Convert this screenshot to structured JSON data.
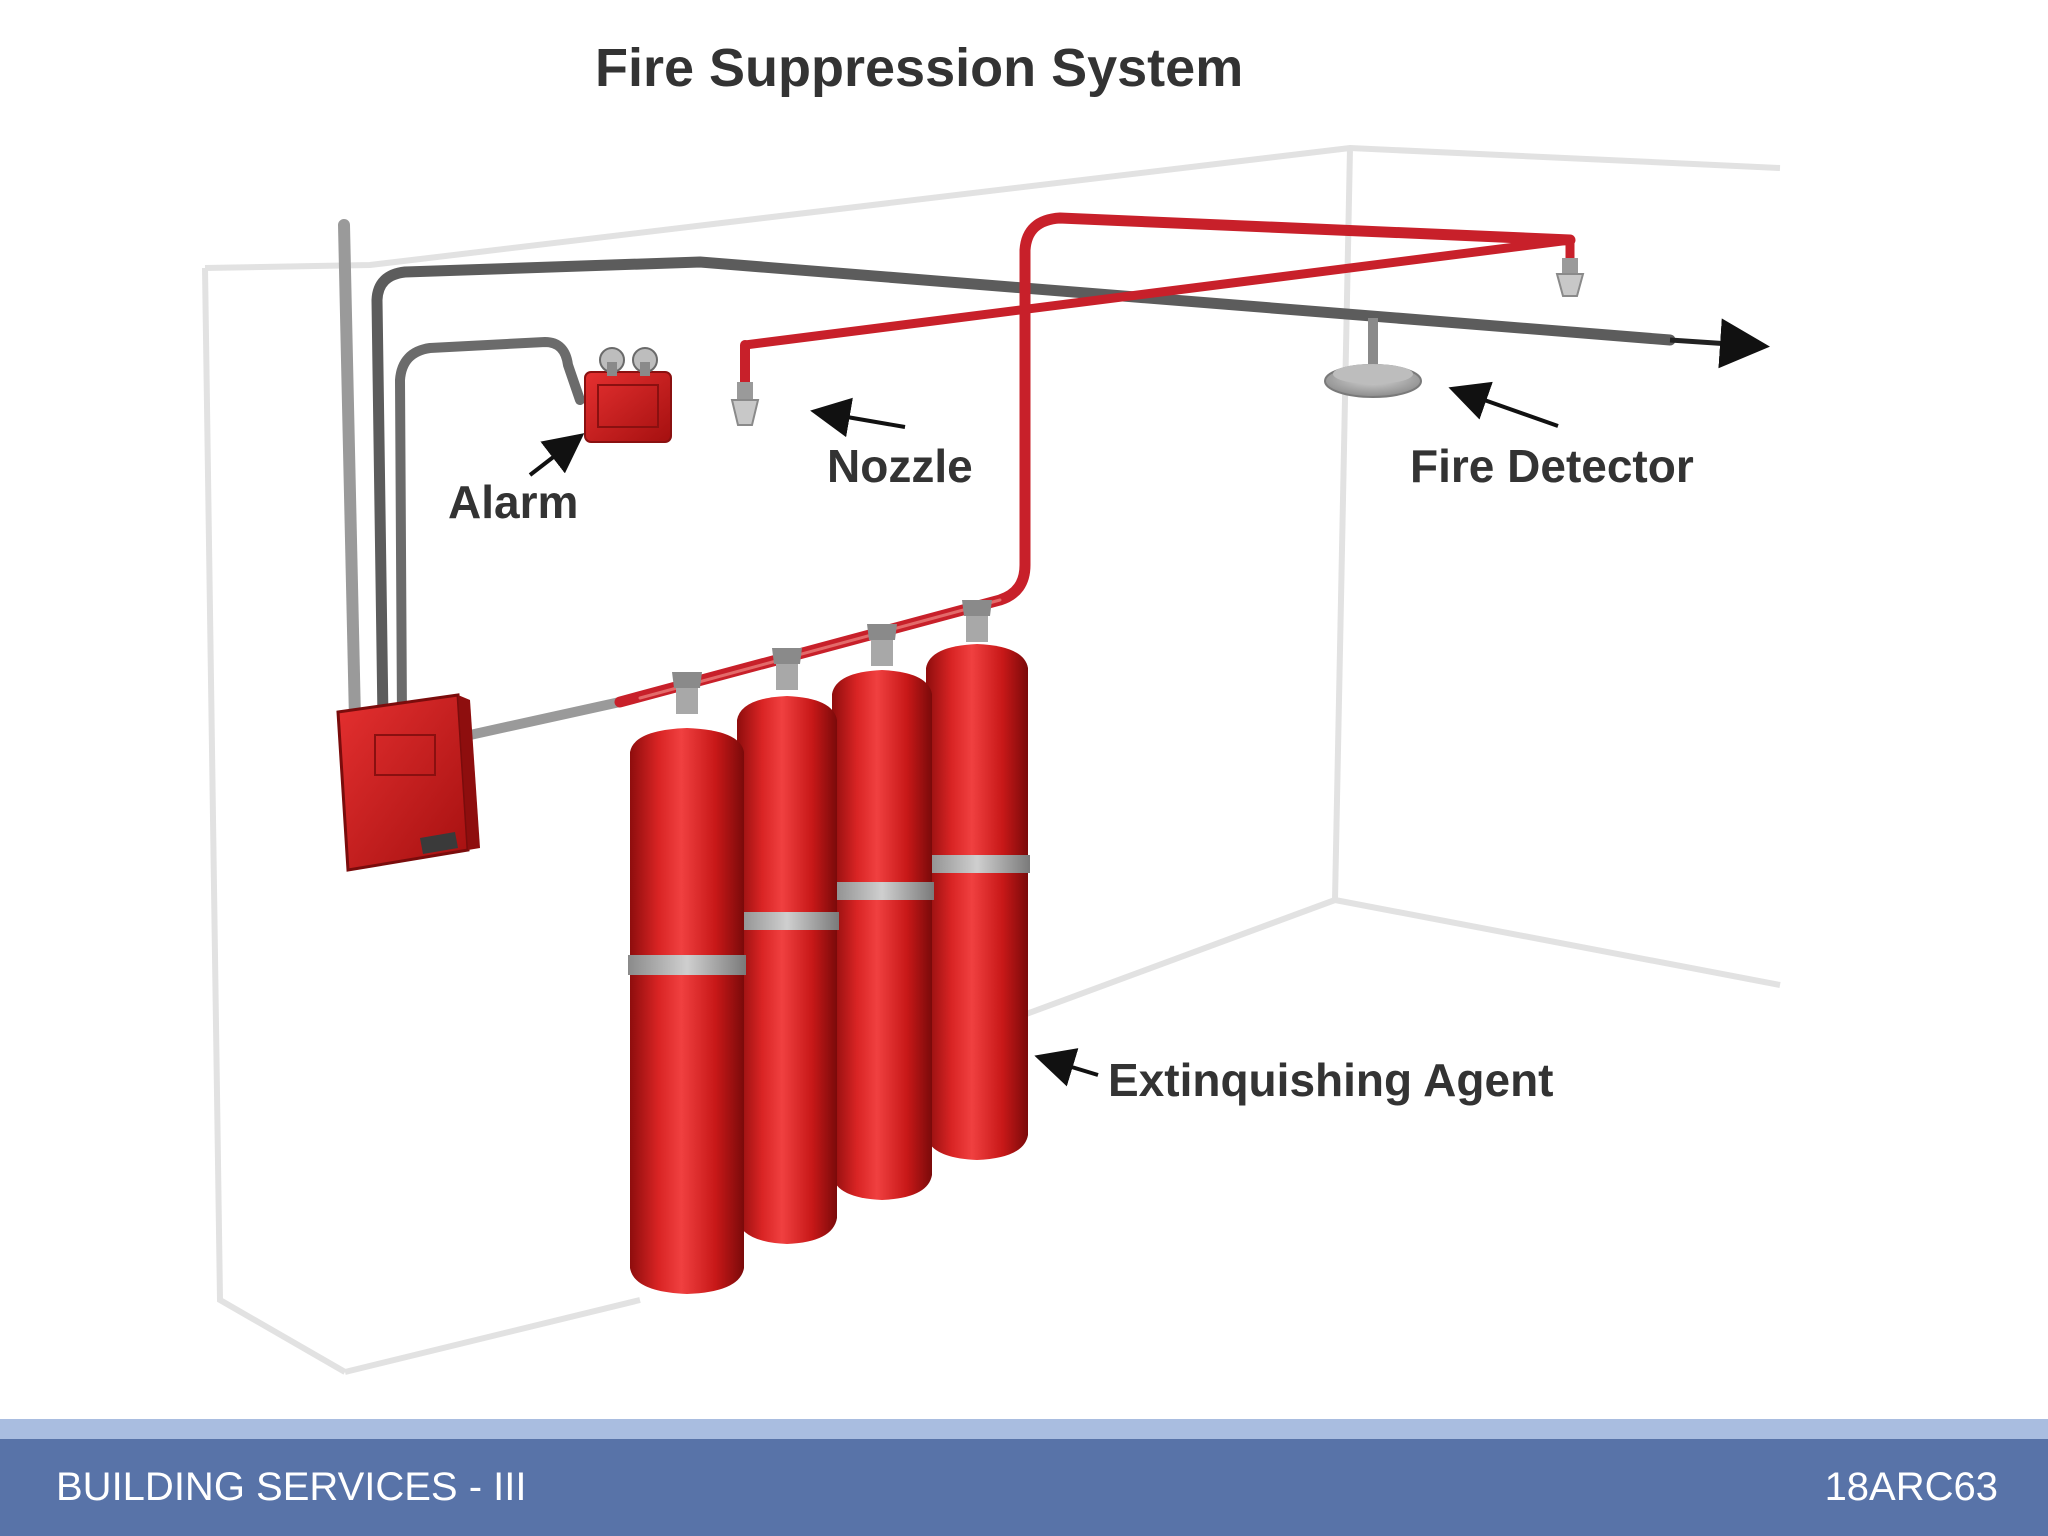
{
  "diagram": {
    "title": "Fire Suppression System",
    "labels": {
      "alarm": "Alarm",
      "nozzle": "Nozzle",
      "fire_detector": "Fire Detector",
      "extinguishing_agent": "Extinquishing Agent"
    }
  },
  "footer": {
    "course_name": "BUILDING SERVICES - III",
    "course_code": "18ARC63"
  },
  "colors": {
    "cylinder_red": "#d42020",
    "pipe_red": "#c8202a",
    "pipe_dark": "#444444",
    "footer_bar": "#5873a8",
    "footer_accent": "#a9bde0"
  }
}
